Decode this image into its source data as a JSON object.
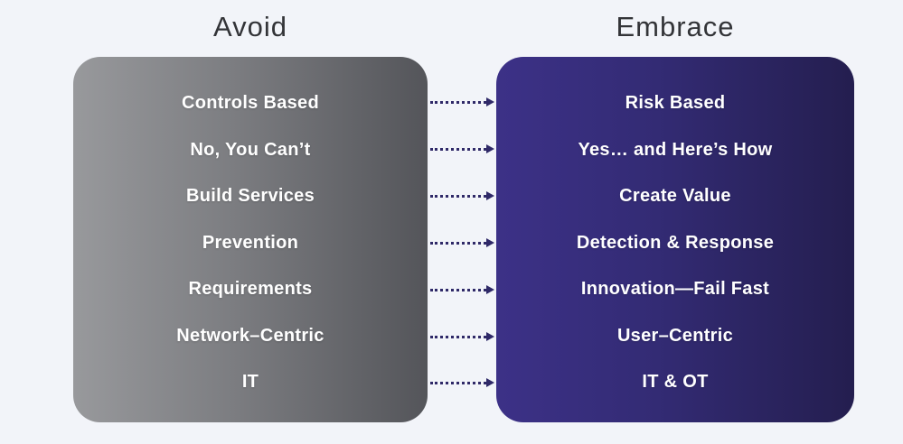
{
  "background_color": "#f2f4f9",
  "header_text_color": "#333438",
  "item_text_color": "#ffffff",
  "columns": {
    "avoid": {
      "title": "Avoid",
      "panel_gradient": {
        "start": "#98999c",
        "end": "#54555a"
      },
      "items": [
        "Controls Based",
        "No, You Can’t",
        "Build Services",
        "Prevention",
        "Requirements",
        "Network–Centric",
        "IT"
      ]
    },
    "embrace": {
      "title": "Embrace",
      "panel_gradient": {
        "start": "#3c3187",
        "end": "#241e4f"
      },
      "items": [
        "Risk Based",
        "Yes… and Here’s How",
        "Create Value",
        "Detection & Response",
        "Innovation—Fail Fast",
        "User–Centric",
        "IT & OT"
      ]
    }
  },
  "arrows": {
    "count": 7,
    "color": "#2f2968",
    "style": "dotted",
    "direction": "right"
  }
}
